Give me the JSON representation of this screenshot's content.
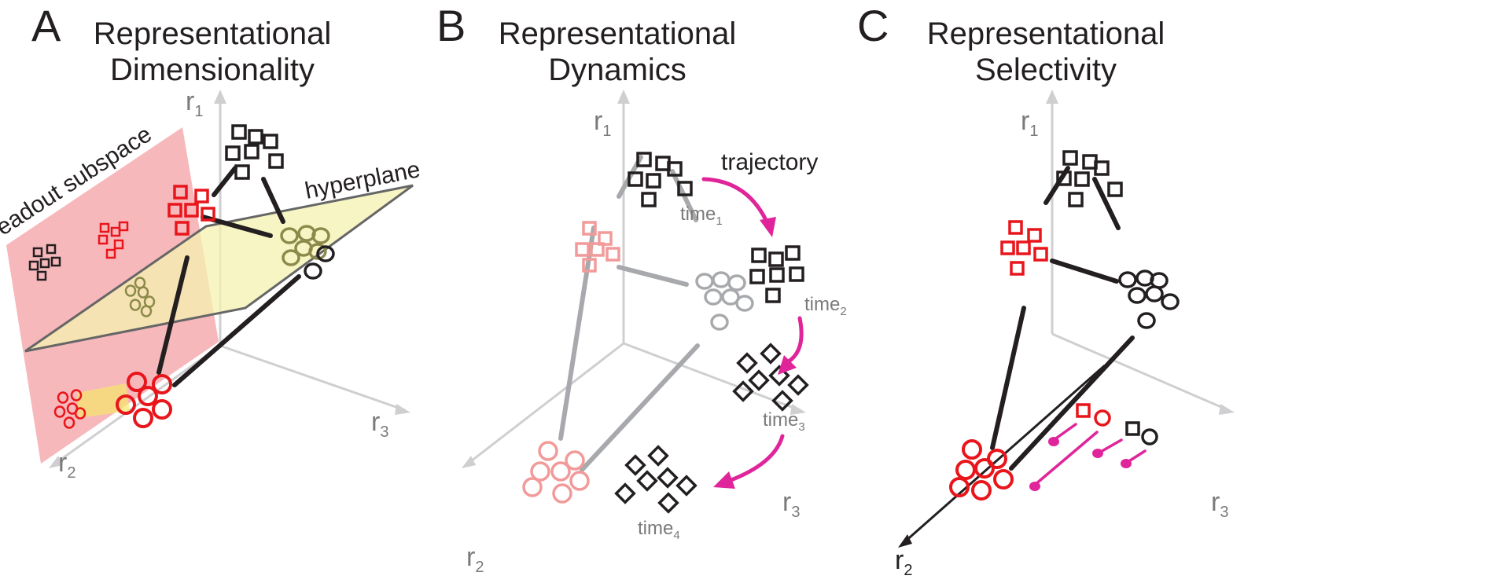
{
  "panels": [
    {
      "letter": "A",
      "title_line1": "Representational",
      "title_line2": "Dimensionality",
      "axis_r1": "r",
      "axis_r1_sub": "1",
      "axis_r2": "r",
      "axis_r2_sub": "2",
      "axis_r3": "r",
      "axis_r3_sub": "3",
      "label_readout": "readout subspace",
      "label_hyperplane": "hyperplane"
    },
    {
      "letter": "B",
      "title_line1": "Representational",
      "title_line2": "Dynamics",
      "axis_r1": "r",
      "axis_r1_sub": "1",
      "axis_r2": "r",
      "axis_r2_sub": "2",
      "axis_r3": "r",
      "axis_r3_sub": "3",
      "label_trajectory": "trajectory",
      "time1": "time",
      "time1_sub": "1",
      "time2": "time",
      "time2_sub": "2",
      "time3": "time",
      "time3_sub": "3",
      "time4": "time",
      "time4_sub": "4"
    },
    {
      "letter": "C",
      "title_line1": "Representational",
      "title_line2": "Selectivity",
      "axis_r1": "r",
      "axis_r1_sub": "1",
      "axis_r2": "r",
      "axis_r2_sub": "2",
      "axis_r3": "r",
      "axis_r3_sub": "3"
    }
  ],
  "colors": {
    "black": "#231f20",
    "red": "#e8151b",
    "pink_faded": "#f29a9a",
    "gray": "#a7a9ac",
    "axis": "#cfcfd1",
    "olive": "#8c8a4a",
    "magenta": "#e0259a",
    "readout_plane": "#f4a0a6",
    "hyperplane": "#f6f2b0"
  }
}
